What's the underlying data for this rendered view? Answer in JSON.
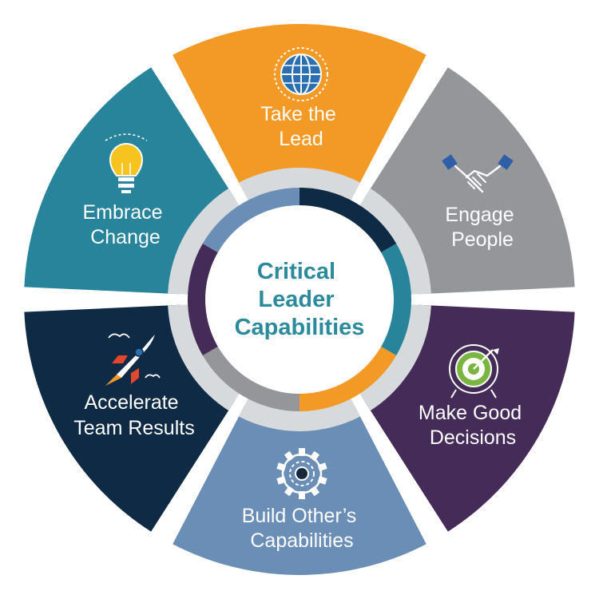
{
  "center": {
    "lines": [
      "Critical",
      "Leader",
      "Capabilities"
    ]
  },
  "segments": [
    {
      "key": "take-the-lead",
      "lines": [
        "Take the",
        "Lead"
      ],
      "color": "#f39a26",
      "icon": "globe-icon"
    },
    {
      "key": "engage-people",
      "lines": [
        "Engage",
        "People"
      ],
      "color": "#949699",
      "icon": "handshake-icon"
    },
    {
      "key": "make-good-decisions",
      "lines": [
        "Make Good",
        "Decisions"
      ],
      "color": "#452c58",
      "icon": "target-icon"
    },
    {
      "key": "build-others-capabilities",
      "lines": [
        "Build Other’s",
        "Capabilities"
      ],
      "color": "#6a8eb5",
      "icon": "gear-icon"
    },
    {
      "key": "accelerate-team-results",
      "lines": [
        "Accelerate",
        "Team Results"
      ],
      "color": "#0f2a44",
      "icon": "rocket-icon"
    },
    {
      "key": "embrace-change",
      "lines": [
        "Embrace",
        "Change"
      ],
      "color": "#27849a",
      "icon": "lightbulb-icon"
    }
  ],
  "colors": {
    "inner_band": [
      "#0f2a44",
      "#27849a",
      "#f39a26",
      "#949699",
      "#452c58",
      "#6a8eb5"
    ],
    "inner_track": "#d7dadd",
    "center_text": "#2b8a9c",
    "icon_green": "#7bb541",
    "icon_yellow": "#f7c31f",
    "icon_blue": "#2f5fa8"
  }
}
